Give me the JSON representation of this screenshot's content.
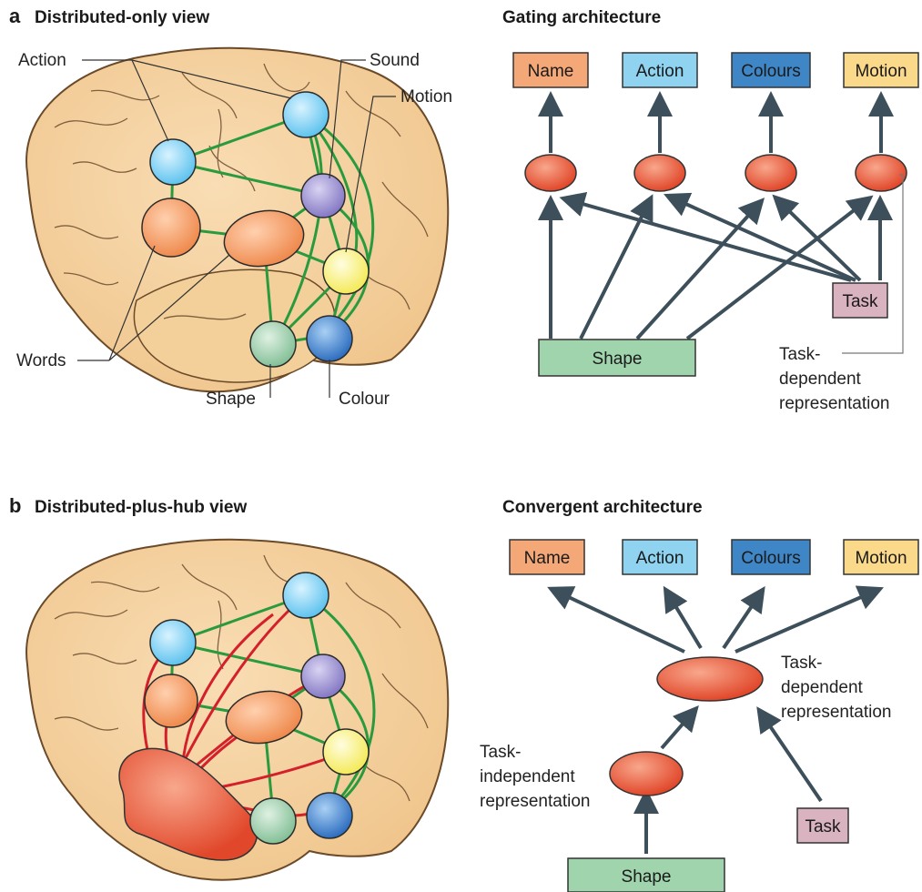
{
  "panel_a": {
    "letter": "a",
    "title": "Distributed-only view",
    "brain_labels": {
      "action": "Action",
      "sound": "Sound",
      "motion": "Motion",
      "words": "Words",
      "shape": "Shape",
      "colour": "Colour"
    },
    "arch_title": "Gating architecture",
    "boxes": {
      "name": "Name",
      "action": "Action",
      "colours": "Colours",
      "motion": "Motion",
      "task": "Task",
      "shape": "Shape"
    },
    "task_dependent_label": [
      "Task-",
      "dependent",
      "representation"
    ]
  },
  "panel_b": {
    "letter": "b",
    "title": "Distributed-plus-hub view",
    "arch_title": "Convergent architecture",
    "boxes": {
      "name": "Name",
      "action": "Action",
      "colours": "Colours",
      "motion": "Motion",
      "task": "Task",
      "shape": "Shape"
    },
    "task_dependent_label": [
      "Task-",
      "dependent",
      "representation"
    ],
    "task_independent_label": [
      "Task-",
      "independent",
      "representation"
    ]
  },
  "colors": {
    "name": "#f4a878",
    "action": "#8fd3f0",
    "colours": "#3f86c6",
    "motion": "#fbd98a",
    "task": "#d9b3bf",
    "shape": "#9fd4ad",
    "node_red": "#e6502c",
    "brain": "#f4d29f",
    "green_link": "#2a9a3e",
    "red_link": "#d3202b",
    "arrow": "#3c4f5a"
  }
}
